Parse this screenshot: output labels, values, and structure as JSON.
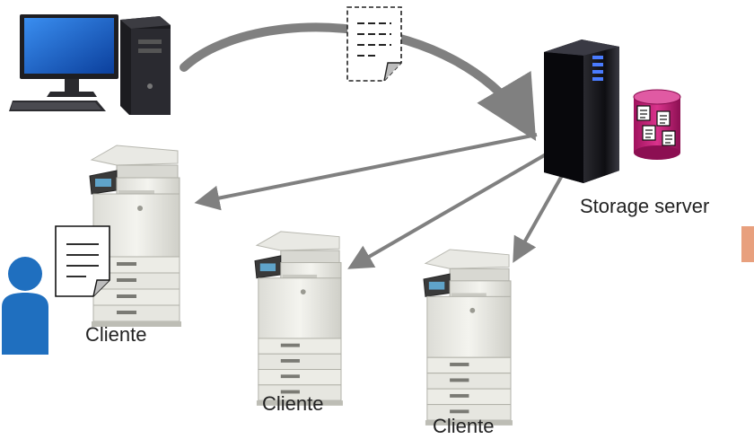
{
  "labels": {
    "storage_server": "Storage server",
    "client_1": "Cliente",
    "client_2": "Cliente",
    "client_3": "Cliente"
  },
  "icons": {
    "source": "desktop-computer-icon",
    "document": "dashed-document-icon",
    "server": "tower-server-icon",
    "database": "document-database-icon",
    "printer": "multifunction-printer-icon",
    "user": "person-icon",
    "printed_document": "printed-document-icon"
  },
  "colors": {
    "arrow": "#808080",
    "database": "#c81e78",
    "user": "#1f6fbf",
    "monitor_screen": "#1e63c8",
    "server_body": "#1b1b1f",
    "side_tab": "#e8a07e"
  }
}
